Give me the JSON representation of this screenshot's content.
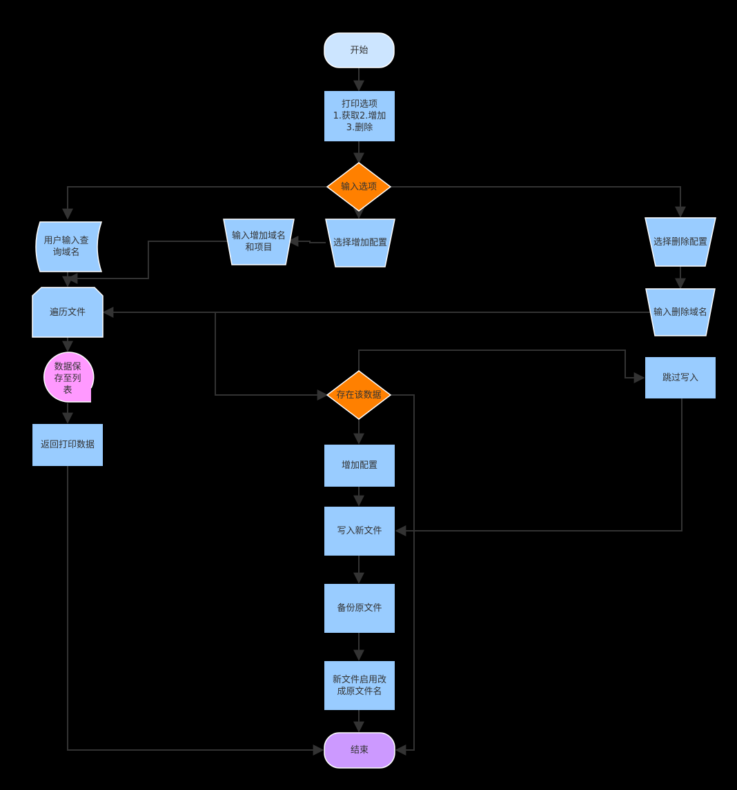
{
  "colors": {
    "background": "#000000",
    "process": "#99ccff",
    "start": "#cce5ff",
    "decision": "#ff8000",
    "end": "#cc99ff",
    "list": "#ff99ff",
    "connector": "#333333",
    "text": "#333333"
  },
  "nodes": {
    "start": "开始",
    "print_options": "打印选项\n1.获取2.增加\n3.删除",
    "input_option": "输入选项",
    "user_input_query": "用户输入查\n询域名",
    "input_add_domain": "输入增加域名\n和项目",
    "select_add": "选择增加配置",
    "select_delete": "选择删除配置",
    "traverse_file": "遍历文件",
    "input_delete_domain": "输入删除域名",
    "save_to_list": "数据保\n存至列\n表",
    "skip_write": "跳过写入",
    "exists_check": "存在该数据",
    "return_print": "返回打印数据",
    "add_config": "增加配置",
    "write_new_file": "写入新文件",
    "backup_original": "备份原文件",
    "rename_new_file": "新文件启用改\n成原文件名",
    "end": "结束"
  }
}
